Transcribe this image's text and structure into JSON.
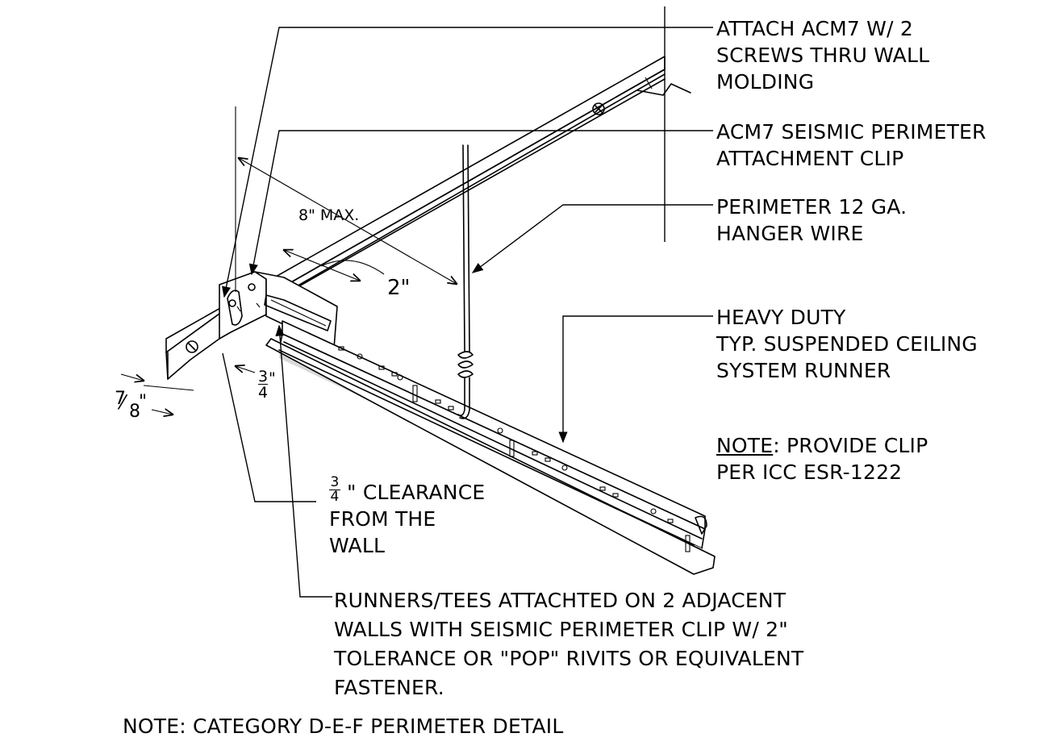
{
  "callouts": {
    "attach_acm7": [
      "ATTACH ACM7 W/ 2",
      "SCREWS THRU WALL",
      "MOLDING"
    ],
    "acm7_clip": [
      "ACM7 SEISMIC PERIMETER",
      "ATTACHMENT CLIP"
    ],
    "hanger_wire": [
      "PERIMETER 12 GA.",
      "HANGER WIRE"
    ],
    "runner": [
      "HEAVY DUTY",
      "TYP. SUSPENDED CEILING",
      "SYSTEM RUNNER"
    ],
    "clearance": {
      "fraction_num": "3",
      "fraction_den": "4",
      "line1_suffix": "\" CLEARANCE",
      "line2": "FROM THE",
      "line3": "WALL"
    },
    "runners_tees": [
      "RUNNERS/TEES ATTACHTED ON 2 ADJACENT",
      "WALLS WITH SEISMIC PERIMETER CLIP W/ 2\"",
      "TOLERANCE OR \"POP\" RIVITS OR EQUIVALENT",
      "FASTENER."
    ]
  },
  "note_clip": {
    "label": "NOTE",
    "rest": ":  PROVIDE CLIP",
    "line2": "PER ICC ESR-1222"
  },
  "footer_note": "NOTE:  CATEGORY D-E-F PERIMETER DETAIL",
  "dimensions": {
    "max_spacing": "8\" MAX.",
    "tolerance": "2\"",
    "molding_height": {
      "num": "7",
      "den": "8",
      "unit": "\""
    },
    "flange": {
      "num": "3",
      "den": "4",
      "unit": "\""
    }
  }
}
